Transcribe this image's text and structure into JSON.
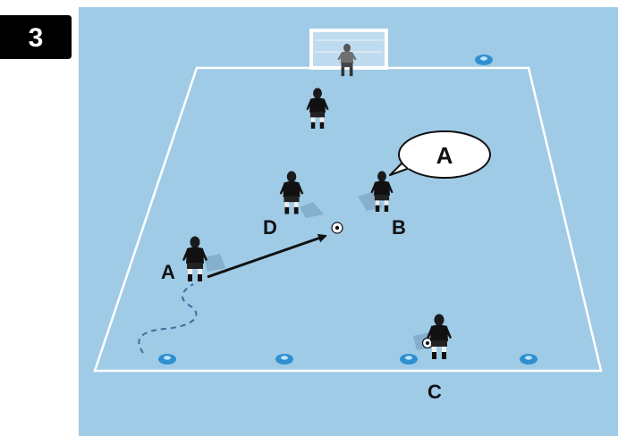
{
  "step_number": "3",
  "callout_text": "A",
  "player_labels": {
    "a": "A",
    "b": "B",
    "c": "C",
    "d": "D"
  },
  "colors": {
    "background": "#9fcbe6",
    "pitch_lines": "#ffffff",
    "player_kit": "#111111",
    "goalkeeper_kit": "#6f6f6f",
    "cone": "#2f8fd0",
    "step_badge": "#000000",
    "arrow": "#111111"
  }
}
